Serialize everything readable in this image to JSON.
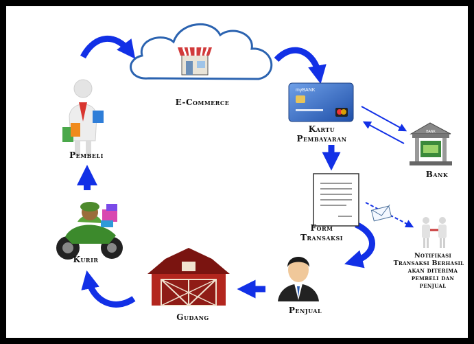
{
  "nodes": {
    "ecommerce": {
      "label": "E-Commerce"
    },
    "kartu": {
      "line1": "Kartu",
      "line2": "Pembayaran",
      "card_brand": "myBANK"
    },
    "bank": {
      "label": "Bank",
      "sign": "BANK"
    },
    "form": {
      "line1": "Form",
      "line2": "Transaksi"
    },
    "notifikasi": {
      "line1": "Notifikasi",
      "line2": "Transaksi Berhasil",
      "line3": "akan diterima",
      "line4": "pembeli dan",
      "line5": "penjual"
    },
    "penjual": {
      "label": "Penjual"
    },
    "gudang": {
      "label": "Gudang"
    },
    "kurir": {
      "label": "Kurir"
    },
    "pembeli": {
      "label": "Pembeli"
    }
  },
  "colors": {
    "arrow": "#1230e6",
    "cloud_stroke": "#2b63b0",
    "barn": "#b3261e",
    "card": "#2f5fb8"
  }
}
